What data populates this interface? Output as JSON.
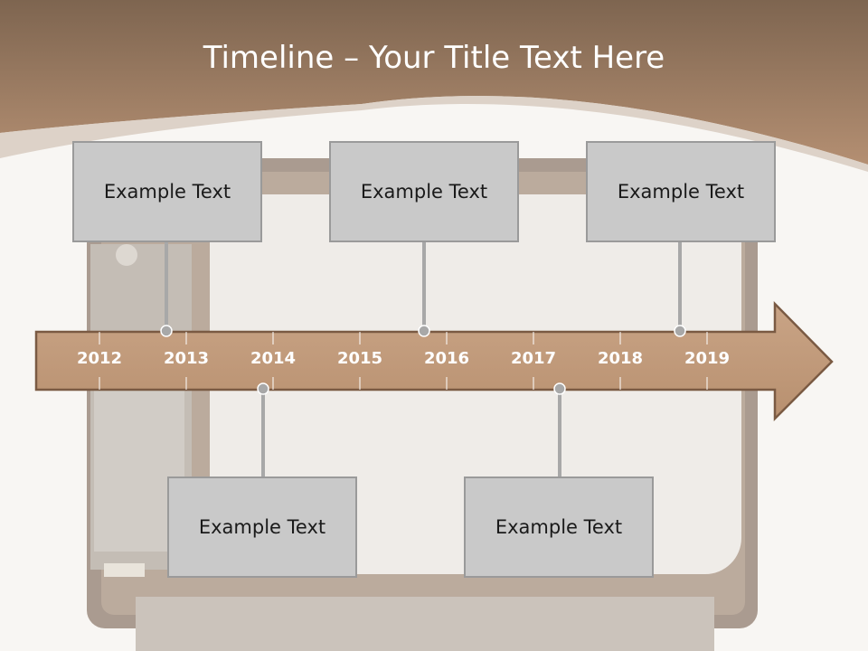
{
  "slide": {
    "title": "Timeline – Your Title Text Here"
  },
  "timeline": {
    "years": [
      "2012",
      "2013",
      "2014",
      "2015",
      "2016",
      "2017",
      "2018",
      "2019"
    ],
    "events_top": [
      {
        "label": "Example Text"
      },
      {
        "label": "Example Text"
      },
      {
        "label": "Example Text"
      }
    ],
    "events_bottom": [
      {
        "label": "Example Text"
      },
      {
        "label": "Example Text"
      }
    ]
  },
  "colors": {
    "header_brown": "#a9876a",
    "arrow_fill": "#c29a7b",
    "arrow_stroke": "#7a5a43",
    "box_fill": "#c9c9c9",
    "connector": "#a8a8a8"
  }
}
